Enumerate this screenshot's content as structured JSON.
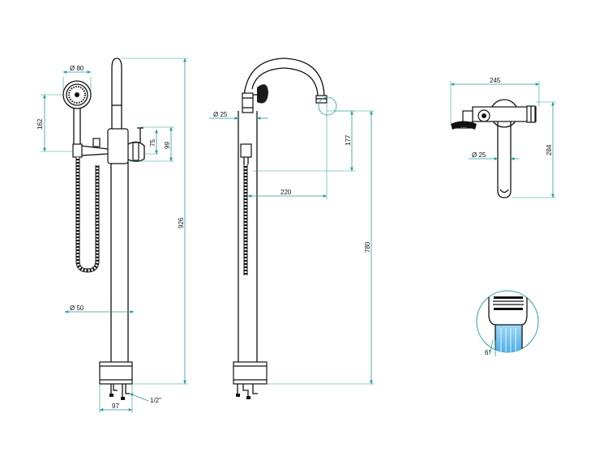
{
  "colors": {
    "line": "#111111",
    "dimension": "#2a9d96",
    "water": "#6fbfee"
  },
  "dimensions": {
    "handshower_diameter": "Ø 80",
    "handshower_height": "162",
    "lever_height_75": "75",
    "lever_height_99": "99",
    "total_height": "926",
    "column_diameter": "Ø 50",
    "base_width": "97",
    "inlet_thread": "1/2\"",
    "spout_diameter": "Ø 25",
    "spout_drop": "177",
    "spout_reach": "220",
    "spout_outlet_height": "780",
    "top_width": "245",
    "top_depth": "284",
    "top_spout_diameter": "Ø 25",
    "aerator_angle": "6°"
  }
}
